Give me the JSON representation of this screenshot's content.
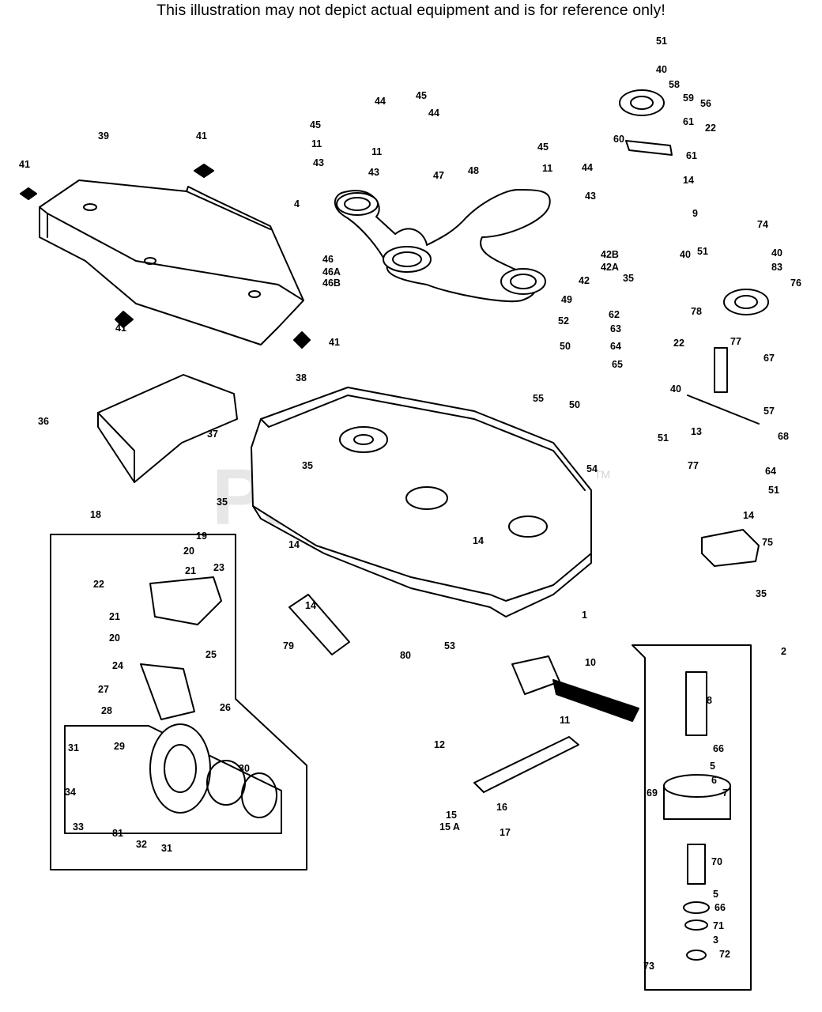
{
  "disclaimer": "This illustration may not depict actual equipment and is for reference only!",
  "watermark": "PartsTree",
  "watermark_mark": "TM",
  "callouts": [
    "51",
    "40",
    "58",
    "59",
    "56",
    "61",
    "22",
    "60",
    "61",
    "14",
    "9",
    "74",
    "51",
    "40",
    "40",
    "83",
    "76",
    "35",
    "78",
    "62",
    "63",
    "64",
    "65",
    "77",
    "67",
    "22",
    "40",
    "13",
    "57",
    "51",
    "68",
    "64",
    "51",
    "77",
    "14",
    "75",
    "35",
    "45",
    "44",
    "45",
    "44",
    "11",
    "11",
    "43",
    "43",
    "47",
    "48",
    "45",
    "44",
    "11",
    "43",
    "4",
    "46",
    "46A",
    "46B",
    "42B",
    "42A",
    "42",
    "49",
    "52",
    "50",
    "50",
    "55",
    "54",
    "39",
    "41",
    "41",
    "41",
    "41",
    "38",
    "36",
    "37",
    "35",
    "35",
    "14",
    "14",
    "1",
    "80",
    "53",
    "79",
    "14",
    "18",
    "19",
    "20",
    "21",
    "23",
    "22",
    "21",
    "20",
    "24",
    "25",
    "27",
    "28",
    "26",
    "29",
    "30",
    "31",
    "34",
    "33",
    "81",
    "32",
    "31",
    "10",
    "11",
    "12",
    "15",
    "15 A",
    "16",
    "17",
    "2",
    "8",
    "66",
    "5",
    "6",
    "7",
    "69",
    "70",
    "5",
    "66",
    "71",
    "3",
    "72",
    "73"
  ]
}
